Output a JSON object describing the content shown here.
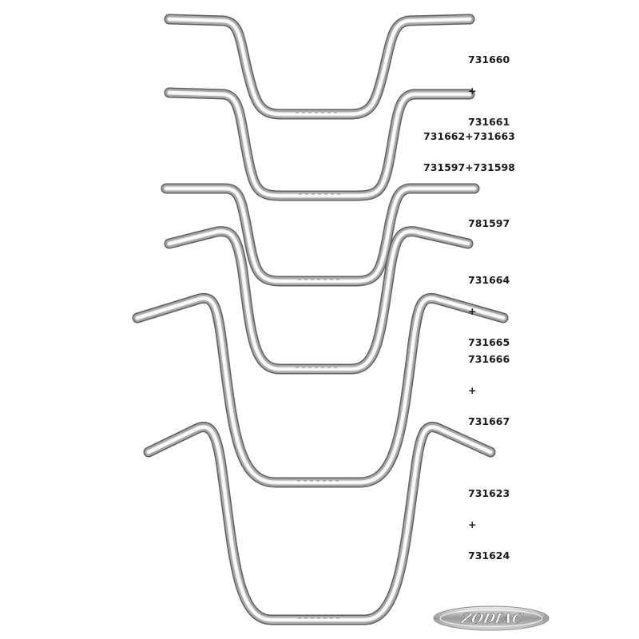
{
  "catalog": {
    "products": [
      {
        "lines": [
          "731660",
          "+",
          "731661"
        ]
      },
      {
        "lines": [
          "731662+731663",
          "731597+731598"
        ]
      },
      {
        "lines": [
          "781597"
        ]
      },
      {
        "lines": [
          "731664",
          "+",
          "731665"
        ]
      },
      {
        "lines": [
          "731666",
          "+",
          "731667"
        ]
      },
      {
        "lines": [
          "731623",
          "+",
          "731624"
        ]
      }
    ],
    "logo_text": "ZODIAC",
    "colors": {
      "chrome_dark": "#5e5e5e",
      "chrome_mid": "#a9a9a9",
      "chrome_light": "#f4f4f4",
      "label": "#1a1a1a",
      "background": "#ffffff"
    }
  }
}
